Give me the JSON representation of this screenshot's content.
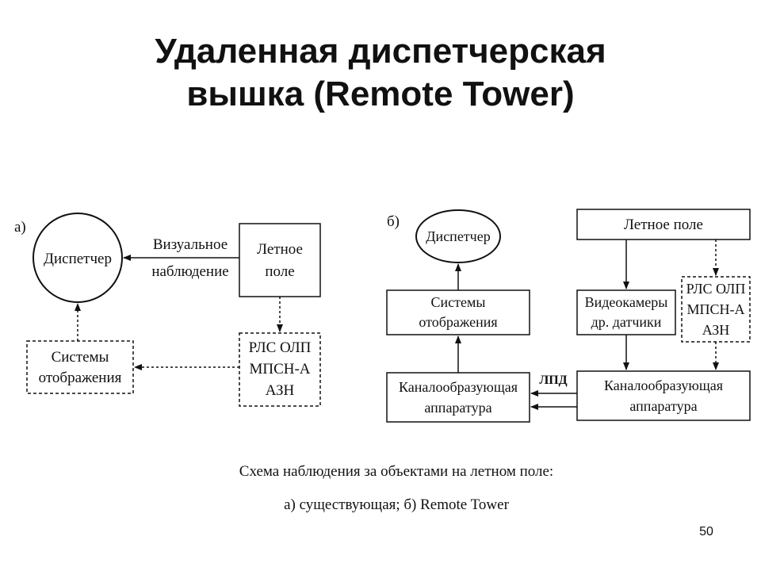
{
  "title": {
    "line1": "Удаленная диспетчерская",
    "line2": "вышка (Remote Tower)"
  },
  "diagram_a": {
    "label": "а)",
    "dispatcher": "Диспетчер",
    "visual_obs_line1": "Визуальное",
    "visual_obs_line2": "наблюдение",
    "airfield_line1": "Летное",
    "airfield_line2": "поле",
    "display_line1": "Системы",
    "display_line2": "отображения",
    "radar_line1": "РЛС ОЛП",
    "radar_line2": "МПСН-А",
    "radar_line3": "АЗН"
  },
  "diagram_b": {
    "label": "б)",
    "dispatcher": "Диспетчер",
    "airfield": "Летное поле",
    "display_line1": "Системы",
    "display_line2": "отображения",
    "cameras_line1": "Видеокамеры",
    "cameras_line2": "др. датчики",
    "radar_line1": "РЛС ОЛП",
    "radar_line2": "МПСН-А",
    "radar_line3": "АЗН",
    "channel_left_line1": "Каналообразующая",
    "channel_left_line2": "аппаратура",
    "channel_right_line1": "Каналообразующая",
    "channel_right_line2": "аппаратура",
    "link_label": "ЛПД"
  },
  "caption": {
    "line1": "Схема наблюдения за объектами на летном поле:",
    "line2": "а) существующая; б) Remote Tower"
  },
  "page_number": "50"
}
